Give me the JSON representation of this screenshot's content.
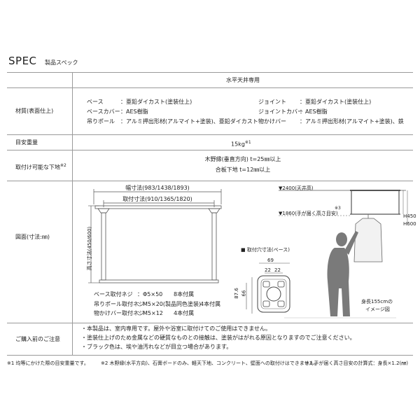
{
  "header": {
    "title": "SPEC",
    "subtitle": "製品スペック"
  },
  "table": {
    "col_header": "水平天井専用",
    "rows": {
      "material": {
        "label": "材質(表面仕上)",
        "left": [
          {
            "k": "ベース",
            "v": "：亜鉛ダイカスト(塗装仕上)"
          },
          {
            "k": "ベースカバー",
            "v": "：AES樹脂"
          },
          {
            "k": "吊りポール",
            "v": "：アルミ押出形材(アルマイト+塗装)、亜鉛ダイカスト"
          }
        ],
        "right": [
          {
            "k": "ジョイント",
            "v": "：亜鉛ダイカスト(塗装仕上)"
          },
          {
            "k": "ジョイントカバー",
            "v": "：AES樹脂"
          },
          {
            "k": "物かけバー",
            "v": "：アルミ押出形材(アルマイト+塗装)、鉄"
          }
        ]
      },
      "weight": {
        "label": "目安重量",
        "value": "15kg",
        "note": "※1"
      },
      "mount": {
        "label": "取付け可能な下地",
        "note": "※2",
        "line1": "木野縁(垂直方向) t=25㎜以上",
        "line2": "合板下地 t=12㎜以上"
      },
      "drawing": {
        "label": "図面(寸法:㎜)",
        "width_dim": "幅寸法(983/1438/1893)",
        "mount_dim": "取付寸法(910/1365/1820)",
        "height_dim": "高さ寸法(450/600)",
        "screws": [
          {
            "name": "ベース取付ネジ",
            "spec": "：Φ5×50",
            "qty": "8本付属"
          },
          {
            "name": "吊りポール取付ネジ",
            "spec": "：M5×20(製品同色塗装)",
            "qty": "4本付属"
          },
          {
            "name": "物かけバー取付ネジ",
            "spec": "：M5×12",
            "qty": "4本付属"
          }
        ],
        "hole_title": "■ 取付穴寸法(ベース)",
        "hole_dims": {
          "w69": "69",
          "d22a": "22",
          "d22b": "22",
          "h87": "87.6",
          "h66": "66"
        },
        "ceiling": "▼2400(天井高)",
        "reach": "▼1860(手が届く高さ目安)",
        "reach_note": "※3",
        "h450": "H450",
        "h600": "H600",
        "person_caption1": "身長155cmの",
        "person_caption2": "イメージ図"
      },
      "notes": {
        "label": "ご購入前のご注意",
        "lines": [
          "・本製品は、室内専用です。屋外や浴室に取付けてのご使用はできません。",
          "・塗装仕上げのため金属などの硬質なものとの接触は、塗装がはがれる原因となりますのでご注意ください。",
          "・ブラック色は、埃や油汚れなどが目立つ場合があります。"
        ]
      }
    }
  },
  "footnotes": {
    "f1": "※1 均等にかけた際の目安重量です。",
    "f2": "※2 木野縁(水平方向)、石膏ボードのみ、軽天下地、コンクリート、壁面への取付けはできません。",
    "f3": "※3 手が届く高さ目安の計算式：身長×1.2(㎜)"
  }
}
